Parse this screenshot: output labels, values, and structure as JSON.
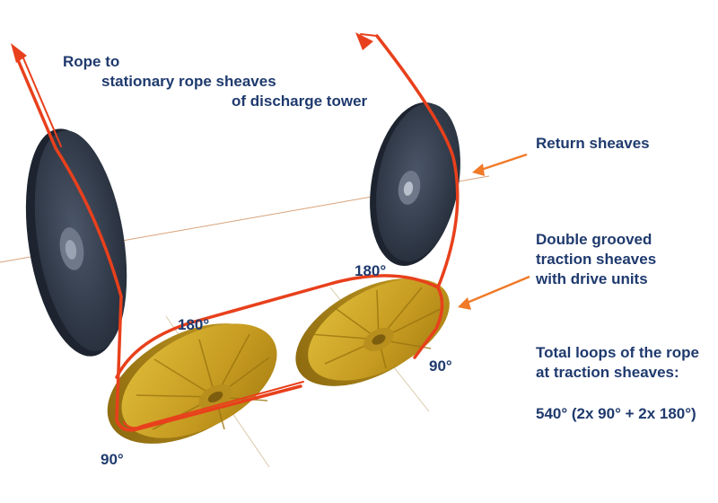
{
  "labels": {
    "rope_line1": "Rope to",
    "rope_line2": "stationary rope sheaves",
    "rope_line3": "of discharge tower",
    "return_sheaves": "Return sheaves",
    "traction_line1": "Double grooved",
    "traction_line2": "traction sheaves",
    "traction_line3": "with drive units",
    "total_line1": "Total loops of the rope",
    "total_line2": "at traction sheaves:",
    "total_line3": "540° (2x 90° + 2x 180°)"
  },
  "angles": {
    "left_top": "180°",
    "left_bottom": "90°",
    "right_top": "180°",
    "right_bottom": "90°"
  },
  "colors": {
    "rope": "#e8401c",
    "sheave_dark": "#3a4556",
    "traction_gold": "#c9a227",
    "text": "#1f3a6e",
    "arrow": "#f07a28"
  }
}
